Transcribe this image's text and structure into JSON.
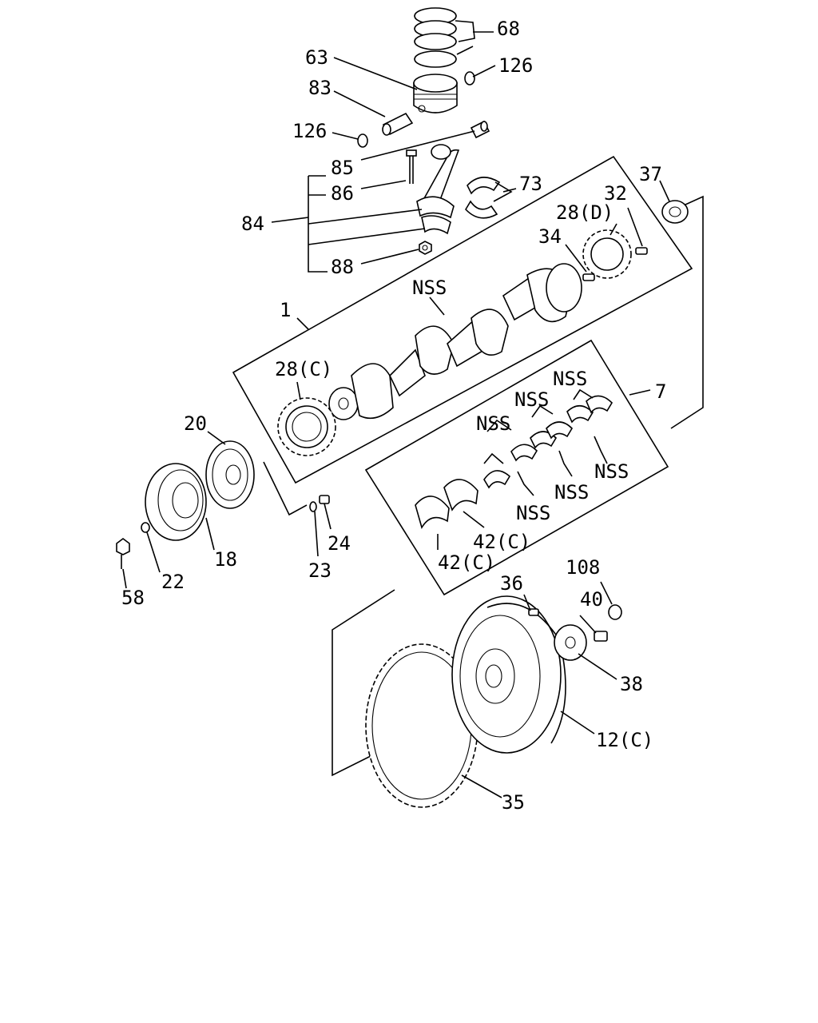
{
  "callouts": {
    "c68": "68",
    "c63": "63",
    "c126a": "126",
    "c83": "83",
    "c126b": "126",
    "c85": "85",
    "c86": "86",
    "c84": "84",
    "c88": "88",
    "c73": "73",
    "c37": "37",
    "c28d": "28(D)",
    "c32": "32",
    "c34": "34",
    "c1": "1",
    "c28c": "28(C)",
    "c7": "7",
    "c20": "20",
    "c18": "18",
    "c22": "22",
    "c58": "58",
    "c23": "23",
    "c24": "24",
    "c42a": "42(C)",
    "c42b": "42(C)",
    "c36": "36",
    "c108": "108",
    "c40": "40",
    "c38": "38",
    "c12": "12(C)",
    "c35": "35"
  },
  "nss_label": "NSS"
}
